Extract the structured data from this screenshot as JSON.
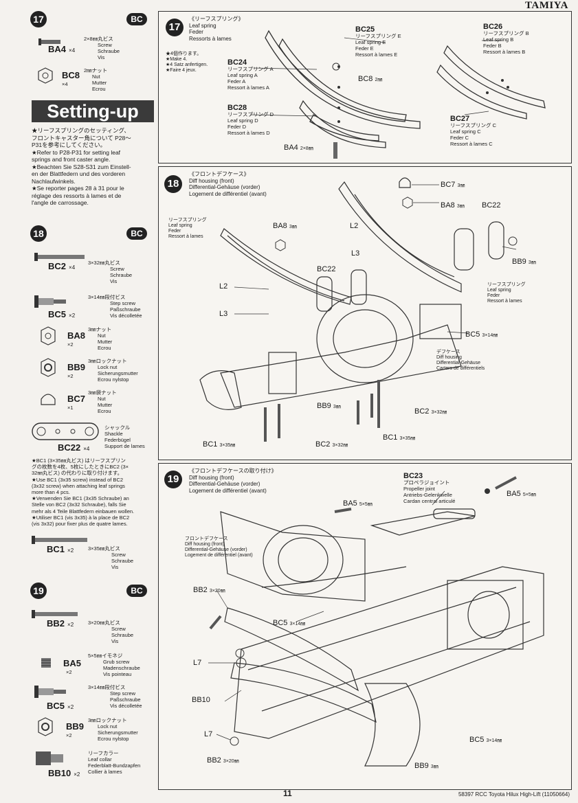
{
  "brand": "TAMIYA",
  "page_number": "11",
  "footer_code": "58397 RCC Toyota Hilux High-Lift (11050664)",
  "left": {
    "step17": {
      "number": "17",
      "badge": "BC",
      "parts": [
        {
          "code": "BA4",
          "qty": "×4",
          "desc": [
            "2×8㎜丸ビス",
            "Screw",
            "Schraube",
            "Vis"
          ]
        },
        {
          "code": "BC8",
          "qty": "×4",
          "desc": [
            "2㎜ナット",
            "Nut",
            "Mutter",
            "Ecrou"
          ]
        }
      ]
    },
    "setting_up": {
      "title": "Setting-up",
      "lines": [
        "★リーフスプリングのセッティング、",
        "フロントキャスター角について P28〜",
        "P31を参考にしてください。",
        "★Refer to P28-P31 for setting leaf",
        "springs and front caster angle.",
        "★Beachten Sie S28-S31 zum Einstell-",
        "en der Blattfedern und des vorderen",
        "Nachlaufwinkels.",
        "★Se reporter pages 28 à 31 pour le",
        "réglage des ressorts à lames et de",
        "l'angle de carrossage."
      ]
    },
    "step18": {
      "number": "18",
      "badge": "BC",
      "parts": [
        {
          "code": "BC2",
          "qty": "×4",
          "desc": [
            "3×32㎜丸ビス",
            "Screw",
            "Schraube",
            "Vis"
          ]
        },
        {
          "code": "BC5",
          "qty": "×2",
          "desc": [
            "3×14㎜段付ビス",
            "Step screw",
            "Paßschraube",
            "Vis décolletée"
          ]
        },
        {
          "code": "BA8",
          "qty": "×2",
          "desc": [
            "3㎜ナット",
            "Nut",
            "Mutter",
            "Ecrou"
          ]
        },
        {
          "code": "BB9",
          "qty": "×2",
          "desc": [
            "3㎜ロックナット",
            "Lock nut",
            "Sicherungsmutter",
            "Ecrou nylstop"
          ]
        },
        {
          "code": "BC7",
          "qty": "×1",
          "desc": [
            "3㎜袋ナット",
            "Nut",
            "Mutter",
            "Ecrou"
          ]
        },
        {
          "code": "BC22",
          "qty": "×4",
          "desc": [
            "シャックル",
            "Shackle",
            "Federbügel",
            "Support de lames"
          ]
        }
      ],
      "note": [
        "★BC1 (3×35㎜丸ビス) はリーフスプリン",
        "グの枚数を4枚、5枚にしたときにBC2 (3×",
        "32㎜丸ビス) の代わりに取り付けます。",
        "★Use BC1 (3x35 screw) instead of BC2",
        "(3x32 screw) when attaching leaf springs",
        "more than 4 pcs.",
        "★Verwenden Sie BC1 (3x35 Schraube) an",
        "Stelle von BC2 (3x32 Schraube), falls Sie",
        "mehr als 4 Teile Blattfedern einbauen wollen.",
        "★Utiliser BC1 (vis 3x35) à la place de BC2",
        "(vis 3x32) pour fixer plus de quatre lames."
      ],
      "extra_part": {
        "code": "BC1",
        "qty": "×2",
        "desc": [
          "3×35㎜丸ビス",
          "Screw",
          "Schraube",
          "Vis"
        ]
      }
    },
    "step19": {
      "number": "19",
      "badge": "BC",
      "parts": [
        {
          "code": "BB2",
          "qty": "×2",
          "desc": [
            "3×20㎜丸ビス",
            "Screw",
            "Schraube",
            "Vis"
          ]
        },
        {
          "code": "BA5",
          "qty": "×2",
          "desc": [
            "5×5㎜イモネジ",
            "Grub screw",
            "Madenschraube",
            "Vis pointeau"
          ]
        },
        {
          "code": "BC5",
          "qty": "×2",
          "desc": [
            "3×14㎜段付ビス",
            "Step screw",
            "Paßschraube",
            "Vis décolletée"
          ]
        },
        {
          "code": "BB9",
          "qty": "×2",
          "desc": [
            "3㎜ロックナット",
            "Lock nut",
            "Sicherungsmutter",
            "Ecrou nylstop"
          ]
        },
        {
          "code": "BB10",
          "qty": "×2",
          "desc": [
            "リーフカラー",
            "Leaf collar",
            "Federblatt-Bundzapfen",
            "Collier à lames"
          ]
        }
      ]
    }
  },
  "panel17": {
    "number": "17",
    "title": [
      "《リーフスプリング》",
      "Leaf spring",
      "Feder",
      "Ressorts à lames"
    ],
    "make": [
      "★4個作ります。",
      "★Make 4.",
      "★4 Satz anfertigen.",
      "★Faire 4 jeux."
    ],
    "labels": [
      {
        "code": "BC25",
        "text": [
          "リーフスプリング E",
          "Leaf spring E",
          "Feder E",
          "Ressort à lames E"
        ]
      },
      {
        "code": "BC26",
        "text": [
          "リーフスプリング B",
          "Leaf spring B",
          "Feder B",
          "Ressort à lames B"
        ]
      },
      {
        "code": "BC24",
        "text": [
          "リーフスプリング A",
          "Leaf spring A",
          "Feder A",
          "Ressort à lames A"
        ]
      },
      {
        "code": "BC28",
        "text": [
          "リーフスプリング D",
          "Leaf spring D",
          "Feder D",
          "Ressort à lames D"
        ]
      },
      {
        "code": "BC27",
        "text": [
          "リーフスプリング C",
          "Leaf spring C",
          "Feder C",
          "Ressort à lames C"
        ]
      }
    ],
    "bc8": "BC8",
    "bc8_size": "2㎜",
    "ba4": "BA4",
    "ba4_size": "2×8㎜"
  },
  "panel18": {
    "number": "18",
    "title": [
      "《フロントデフケース》",
      "Diff housing (front)",
      "Differential-Gehäuse (vorder)",
      "Logement de différentiel (avant)"
    ],
    "leaf_spring_left": [
      "リーフスプリング",
      "Leaf spring",
      "Feder",
      "Ressort à lames"
    ],
    "leaf_spring_right": [
      "リーフスプリング",
      "Leaf spring",
      "Feder",
      "Ressort à lames"
    ],
    "diff": [
      "デフケース",
      "Diff housing",
      "Differential-Gehäuse",
      "Carters de différentiels"
    ],
    "callouts": [
      {
        "code": "BC7",
        "size": "3㎜"
      },
      {
        "code": "BA8",
        "size": "3㎜"
      },
      {
        "code": "BC22",
        "size": ""
      },
      {
        "code": "BA8",
        "size": "3㎜"
      },
      {
        "code": "L2",
        "size": ""
      },
      {
        "code": "L3",
        "size": ""
      },
      {
        "code": "BC22",
        "size": ""
      },
      {
        "code": "L2",
        "size": ""
      },
      {
        "code": "L3",
        "size": ""
      },
      {
        "code": "BB9",
        "size": "3㎜"
      },
      {
        "code": "BC5",
        "size": "3×14㎜"
      },
      {
        "code": "BB9",
        "size": "3㎜"
      },
      {
        "code": "BC2",
        "size": "3×32㎜"
      },
      {
        "code": "BC1",
        "size": "3×35㎜"
      },
      {
        "code": "BC2",
        "size": "3×32㎜"
      },
      {
        "code": "BC1",
        "size": "3×35㎜"
      }
    ]
  },
  "panel19": {
    "number": "19",
    "title": [
      "《フロントデフケースの取り付け》",
      "Diff housing (front)",
      "Differential-Gehäuse (vorder)",
      "Logement de différentiel (avant)"
    ],
    "bc23": [
      "BC23",
      "プロペラジョイント",
      "Propeller joint",
      "Antriebs-Gelenkwelle",
      "Cardan central articulé"
    ],
    "diff": [
      "フロントデフケース",
      "Diff housing (front)",
      "Differential-Gehäuse (vorder)",
      "Logement de différentiel (avant)"
    ],
    "callouts": [
      {
        "code": "BA5",
        "size": "5×5㎜"
      },
      {
        "code": "BA5",
        "size": "5×5㎜"
      },
      {
        "code": "BB2",
        "size": "3×20㎜"
      },
      {
        "code": "BC5",
        "size": "3×14㎜"
      },
      {
        "code": "L7",
        "size": ""
      },
      {
        "code": "BB10",
        "size": ""
      },
      {
        "code": "L7",
        "size": ""
      },
      {
        "code": "BC5",
        "size": "3×14㎜"
      },
      {
        "code": "BB2",
        "size": "3×20㎜"
      },
      {
        "code": "BB9",
        "size": "3㎜"
      }
    ]
  }
}
